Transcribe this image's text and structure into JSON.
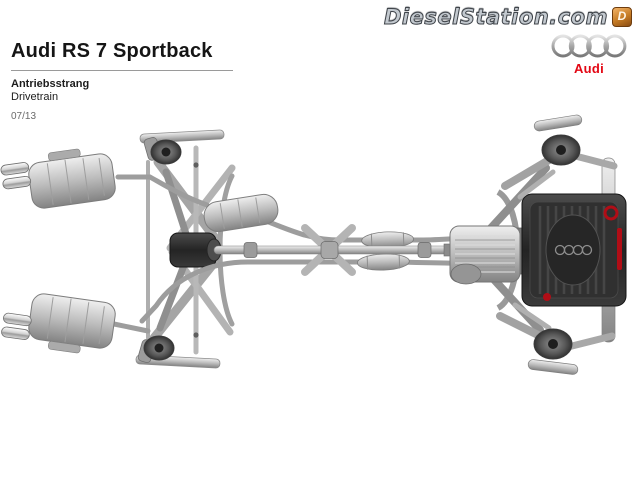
{
  "header": {
    "title": "Audi RS 7 Sportback",
    "subtitle_primary": "Antriebsstrang",
    "subtitle_secondary": "Drivetrain",
    "date_code": "07/13"
  },
  "branding": {
    "watermark": "DieselStation.com",
    "badge_glyph": "D",
    "brand": "Audi",
    "brand_color": "#e30613"
  },
  "figure": {
    "accent_color": "#b10d16"
  }
}
